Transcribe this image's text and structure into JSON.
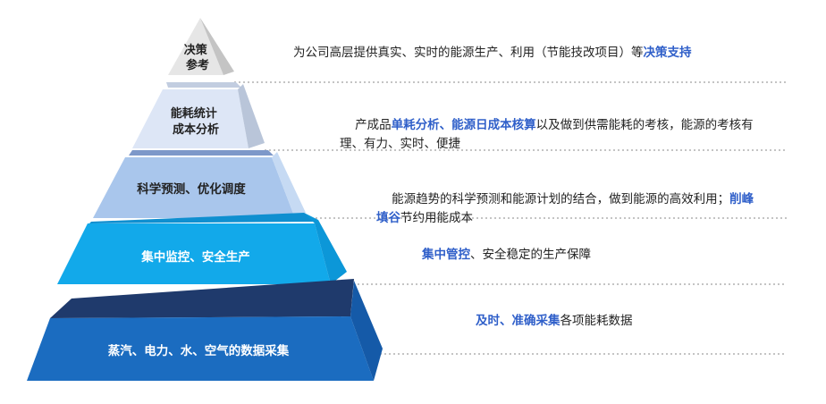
{
  "pyramid": {
    "levels": [
      {
        "label_lines": [
          "决策",
          "参考"
        ],
        "text_color": "#222222"
      },
      {
        "label_lines": [
          "能耗统计",
          "成本分析"
        ],
        "text_color": "#222222"
      },
      {
        "label_lines": [
          "科学预测、优化调度"
        ],
        "text_color": "#222222"
      },
      {
        "label_lines": [
          "集中监控、安全生产"
        ],
        "text_color": "#ffffff"
      },
      {
        "label_lines": [
          "蒸汽、电力、水、空气的数据采集"
        ],
        "text_color": "#ffffff"
      }
    ],
    "colors": {
      "level1": "#e6e6e6",
      "level2": "#dde6f6",
      "level3": "#a9c6ec",
      "level4": "#12a9ea",
      "level5": "#1b6cc0",
      "level5_back": "#1f3a6c",
      "divider": "#8a8a8a",
      "highlight": "#2f5fc9"
    }
  },
  "descriptions": [
    {
      "segments": [
        {
          "text": "为公司高层提供真实、实时的能源生产、利用（节能技改项目）等",
          "hl": false
        },
        {
          "text": "决策支持",
          "hl": true
        }
      ]
    },
    {
      "segments": [
        {
          "text": "产成品",
          "hl": false
        },
        {
          "text": "单耗分析、能源日成本核算",
          "hl": true
        },
        {
          "text": "以及做到供需能耗的考核，能源的考核有",
          "hl": false
        },
        {
          "text": "\n理、有力、实时、便捷",
          "hl": false
        }
      ]
    },
    {
      "segments": [
        {
          "text": "能源趋势的科学预测和能源计划的结合，做到能源的高效利用；",
          "hl": false
        },
        {
          "text": "削峰",
          "hl": true
        },
        {
          "text": "\n",
          "hl": false
        },
        {
          "text": "填谷",
          "hl": true
        },
        {
          "text": "节约用能成本",
          "hl": false
        }
      ]
    },
    {
      "segments": [
        {
          "text": "集中管控",
          "hl": true
        },
        {
          "text": "、安全稳定的生产保障",
          "hl": false
        }
      ]
    },
    {
      "segments": [
        {
          "text": "及时、准确采集",
          "hl": true
        },
        {
          "text": "各项能耗数据",
          "hl": false
        }
      ]
    }
  ]
}
